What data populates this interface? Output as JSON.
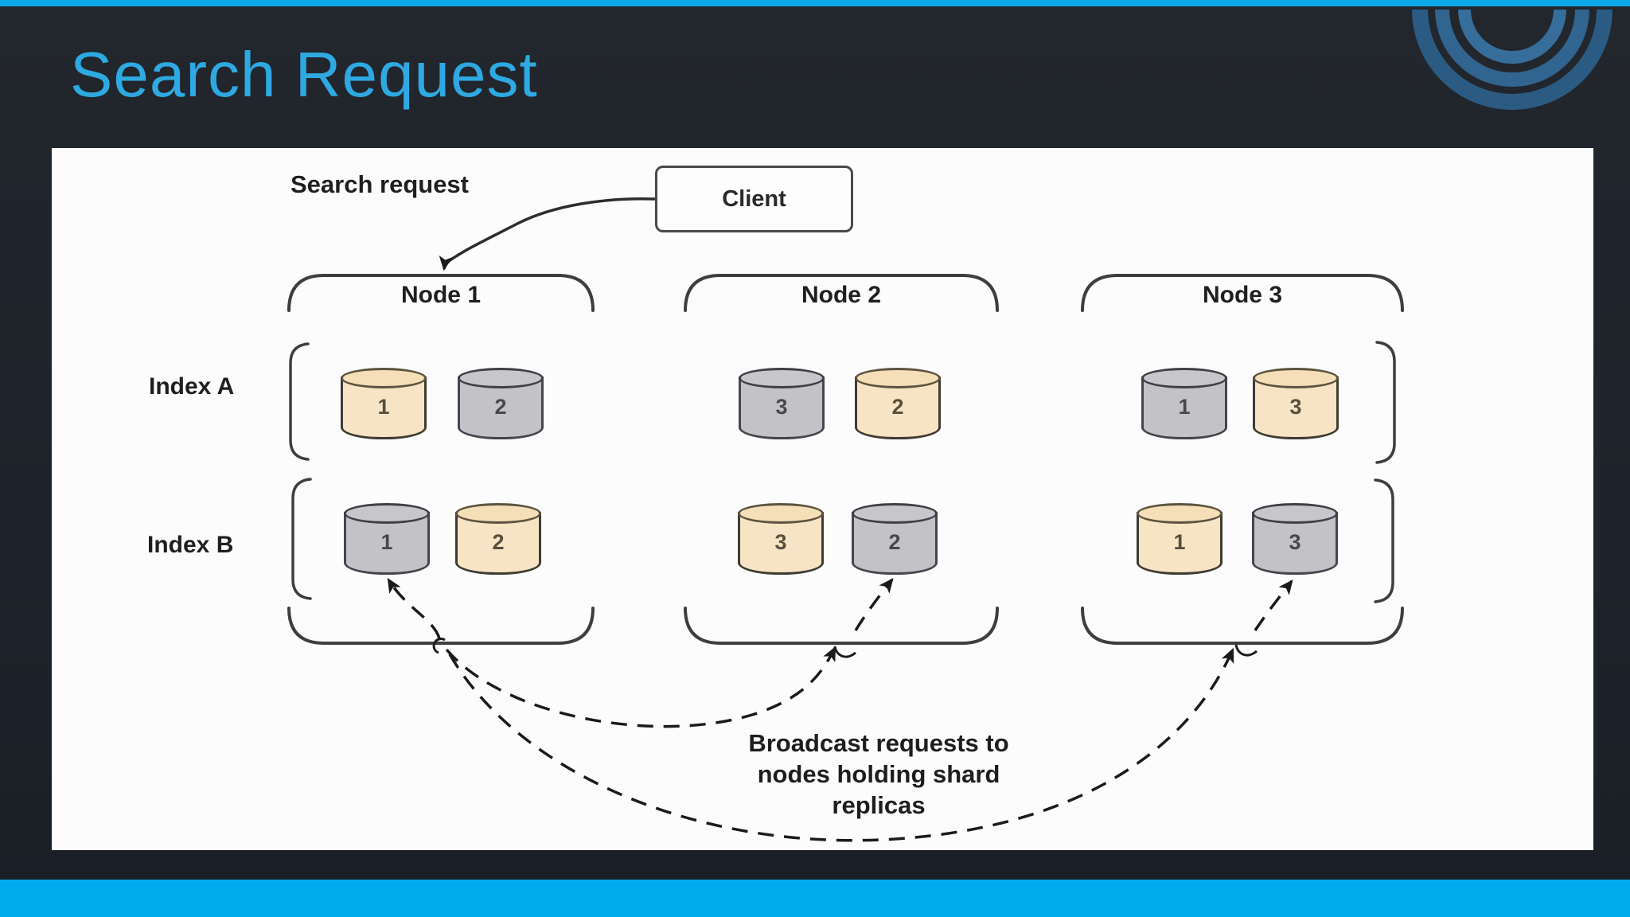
{
  "header": {
    "title": "Search Request",
    "title_color": "#2ea9e1"
  },
  "slide": {
    "top_bar_color": "#0ca9ea",
    "bottom_bar_color": "#00acee",
    "background_color": "#20242b",
    "panel_color": "#fcfcfc"
  },
  "logo": {
    "name": "concentric-arcs-logo",
    "ring_colors": [
      "#2b5b83",
      "#31648f",
      "#376d9a"
    ]
  },
  "diagram": {
    "search_request_label": "Search request",
    "client_label": "Client",
    "broadcast_note_lines": [
      "Broadcast requests to",
      "nodes holding shard",
      "replicas"
    ],
    "index_rows": [
      {
        "label": "Index A"
      },
      {
        "label": "Index B"
      }
    ],
    "nodes": [
      {
        "name": "Node 1",
        "index_a": [
          {
            "label": "1",
            "variant": "orange"
          },
          {
            "label": "2",
            "variant": "gray"
          }
        ],
        "index_b": [
          {
            "label": "1",
            "variant": "gray"
          },
          {
            "label": "2",
            "variant": "orange"
          }
        ]
      },
      {
        "name": "Node 2",
        "index_a": [
          {
            "label": "3",
            "variant": "gray"
          },
          {
            "label": "2",
            "variant": "orange"
          }
        ],
        "index_b": [
          {
            "label": "3",
            "variant": "orange"
          },
          {
            "label": "2",
            "variant": "gray"
          }
        ]
      },
      {
        "name": "Node 3",
        "index_a": [
          {
            "label": "1",
            "variant": "gray"
          },
          {
            "label": "3",
            "variant": "orange"
          }
        ],
        "index_b": [
          {
            "label": "1",
            "variant": "orange"
          },
          {
            "label": "3",
            "variant": "gray"
          }
        ]
      }
    ],
    "shard_colors": {
      "orange": "#f7e4c4",
      "gray": "#c3c3c7"
    }
  }
}
